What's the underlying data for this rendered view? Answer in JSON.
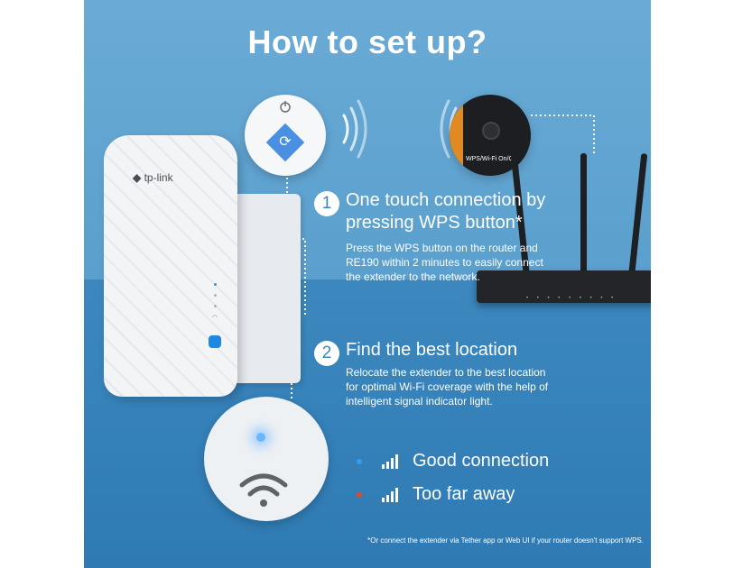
{
  "title": "How to set up?",
  "extender": {
    "brand": "tp-link"
  },
  "router_button": {
    "label": "WPS/Wi-Fi On/Off"
  },
  "steps": [
    {
      "number": "1",
      "title_lines": [
        "One touch connection by",
        "pressing WPS button*"
      ],
      "description_lines": [
        "Press the WPS button on the router and",
        "RE190 within 2 minutes to easily connect",
        "the extender to the network."
      ]
    },
    {
      "number": "2",
      "title_lines": [
        "Find the best location"
      ],
      "description_lines": [
        "Relocate the extender to the best location",
        "for optimal Wi-Fi coverage with the help of",
        "intelligent signal indicator light."
      ]
    }
  ],
  "legend": [
    {
      "label": "Good connection",
      "color": "#2f9df0"
    },
    {
      "label": "Too far away",
      "color": "#e0472b"
    }
  ],
  "footnote": "*Or connect the extender via Tether app or Web UI if your router doesn't support WPS.",
  "colors": {
    "background": "#3a86bd",
    "wall": "#5a9fcd",
    "text": "#ffffff",
    "good": "#2f9df0",
    "bad": "#e0472b"
  }
}
